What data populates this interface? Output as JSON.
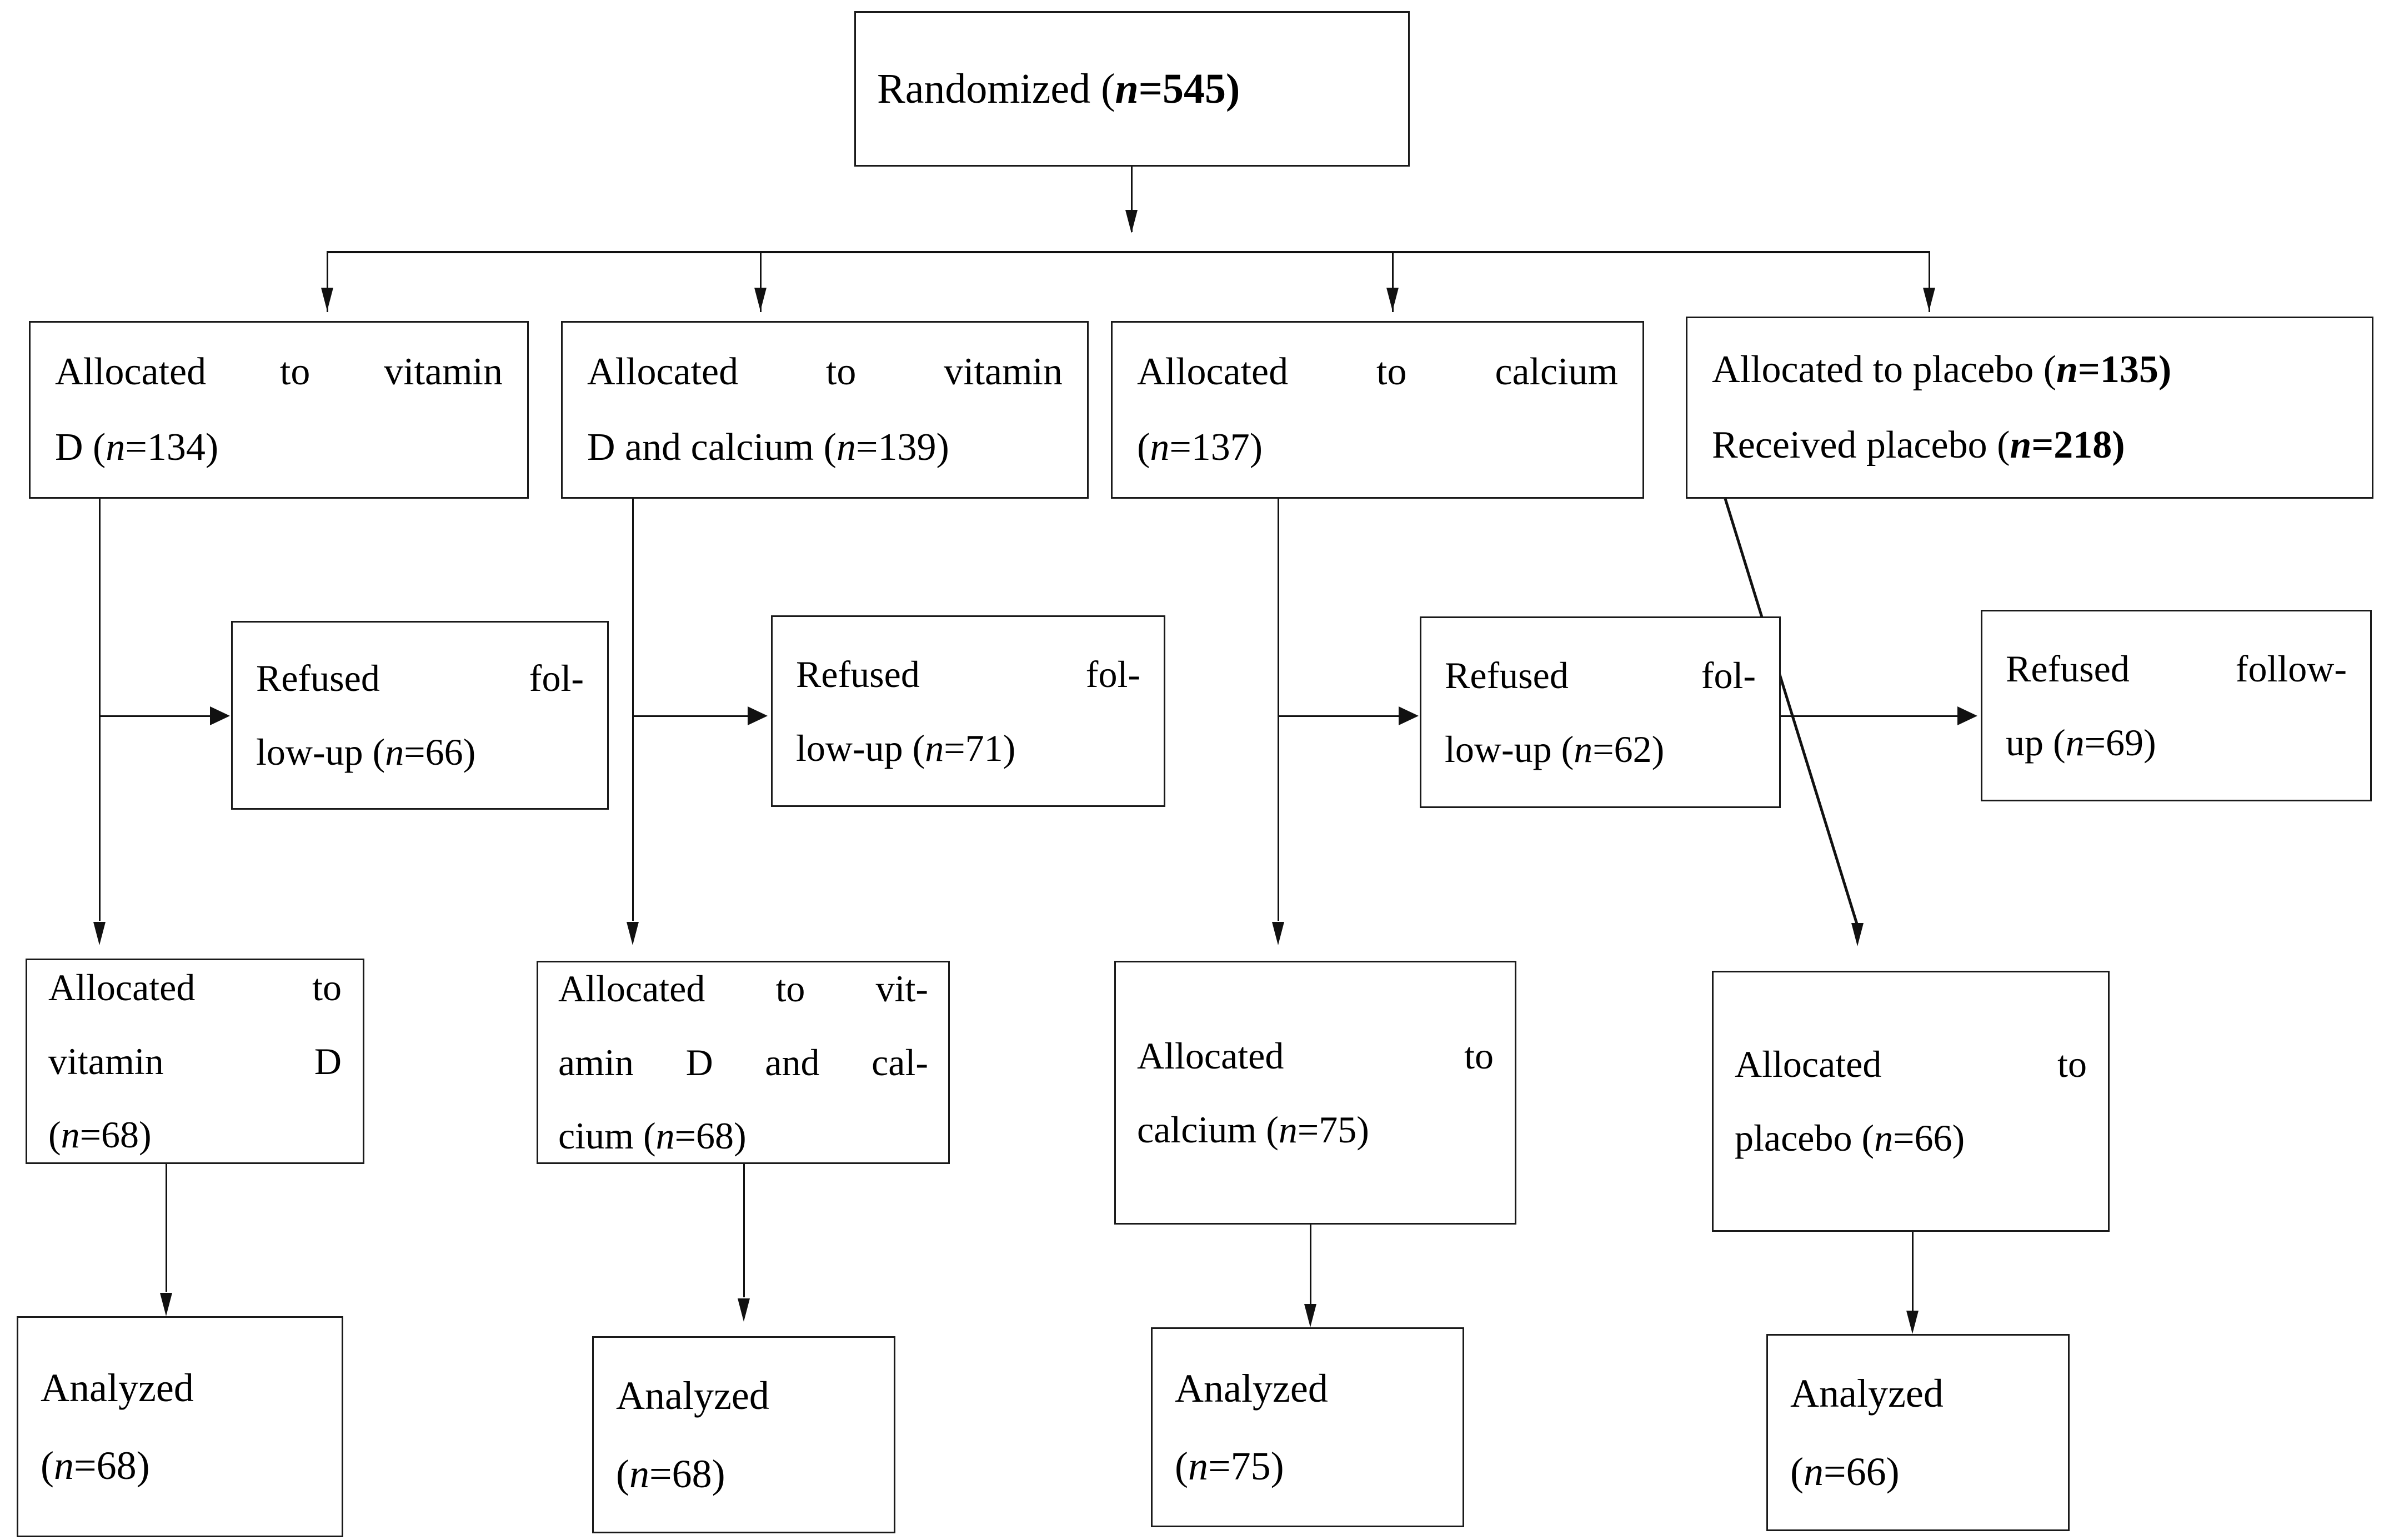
{
  "figure": {
    "type": "consort-flow-diagram",
    "title": "CONSORT participant flow diagram",
    "box_border_color": "#1a1a1a",
    "background_color": "#ffffff",
    "text_color": "#000000"
  },
  "nodes": {
    "randomized": {
      "label": "Randomized (n=545)",
      "line1": "Randomized (",
      "n_symbol": "n",
      "n_value": "=545)",
      "count": 545
    },
    "allocation": [
      {
        "id": "alloc-vitamin-d",
        "line1": "Allocated to vitamin",
        "line2_pre": "D (",
        "n_symbol": "n",
        "line2_post": "=134)",
        "label": "Allocated to vitamin D (n=134)",
        "count": 134
      },
      {
        "id": "alloc-vitamin-d-calcium",
        "line1": "Allocated to vitamin",
        "line2_pre": "D and calcium (",
        "n_symbol": "n",
        "line2_post": "=139)",
        "label": "Allocated to vitamin D and calcium (n=139)",
        "count": 139
      },
      {
        "id": "alloc-calcium",
        "line1": "Allocated to calcium",
        "line2_pre": "(",
        "n_symbol": "n",
        "line2_post": "=137)",
        "label": "Allocated to calcium (n=137)",
        "count": 137
      },
      {
        "id": "alloc-placebo",
        "line1_pre": "Allocated to placebo (",
        "n_symbol": "n",
        "line1_post": "=135)",
        "line2_pre": "Received placebo (",
        "n_symbol2": "n",
        "line2_post": "=218)",
        "label": "Allocated to placebo (n=135) Received placebo (n=218)",
        "count": 135,
        "received_count": 218
      }
    ],
    "refused": [
      {
        "id": "refused-1",
        "line1": "Refused fol-",
        "line2_pre": "low-up (",
        "n_symbol": "n",
        "line2_post": "=66)",
        "label": "Refused follow-up (n=66)",
        "count": 66
      },
      {
        "id": "refused-2",
        "line1": "Refused fol-",
        "line2_pre": "low-up (",
        "n_symbol": "n",
        "line2_post": "=71)",
        "label": "Refused follow-up (n=71)",
        "count": 71
      },
      {
        "id": "refused-3",
        "line1": "Refused fol-",
        "line2_pre": "low-up (",
        "n_symbol": "n",
        "line2_post": "=62)",
        "label": "Refused follow-up (n=62)",
        "count": 62
      },
      {
        "id": "refused-4",
        "line1": "Refused follow-",
        "line2_pre": "up (",
        "n_symbol": "n",
        "line2_post": "=69)",
        "label": "Refused follow-up (n=69)",
        "count": 69
      }
    ],
    "allocation2": [
      {
        "id": "alloc2-vitamin-d",
        "line1": "Allocated to",
        "line2": "vitamin D",
        "line3_pre": "(",
        "n_symbol": "n",
        "line3_post": "=68)",
        "label": "Allocated to vitamin D (n=68)",
        "count": 68
      },
      {
        "id": "alloc2-vitamin-d-calcium",
        "line1": "Allocated to vit-",
        "line2": "amin D and cal-",
        "line3_pre": "cium (",
        "n_symbol": "n",
        "line3_post": "=68)",
        "label": "Allocated to vitamin D and calcium (n=68)",
        "count": 68
      },
      {
        "id": "alloc2-calcium",
        "line1": "Allocated to",
        "line2_pre": "calcium (",
        "n_symbol": "n",
        "line2_post": "=75)",
        "label": "Allocated to calcium (n=75)",
        "count": 75
      },
      {
        "id": "alloc2-placebo",
        "line1": "Allocated to",
        "line2_pre": "placebo (",
        "n_symbol": "n",
        "line2_post": "=66)",
        "label": "Allocated to placebo (n=66)",
        "count": 66
      }
    ],
    "analyzed": [
      {
        "id": "analyzed-1",
        "line1": "Analyzed",
        "line2_pre": "(",
        "n_symbol": "n",
        "line2_post": "=68)",
        "label": "Analyzed (n=68)",
        "count": 68
      },
      {
        "id": "analyzed-2",
        "line1": "Analyzed",
        "line2_pre": "(",
        "n_symbol": "n",
        "line2_post": "=68)",
        "label": "Analyzed (n=68)",
        "count": 68
      },
      {
        "id": "analyzed-3",
        "line1": "Analyzed",
        "line2_pre": "(",
        "n_symbol": "n",
        "line2_post": "=75)",
        "label": "Analyzed (n=75)",
        "count": 75
      },
      {
        "id": "analyzed-4",
        "line1": "Analyzed",
        "line2_pre": "(",
        "n_symbol": "n",
        "line2_post": "=66)",
        "label": "Analyzed (n=66)",
        "count": 66
      }
    ]
  },
  "chart_data": {
    "type": "table",
    "title": "CONSORT flow — participant counts",
    "categories": [
      "Vitamin D",
      "Vitamin D + Calcium",
      "Calcium",
      "Placebo"
    ],
    "series": [
      {
        "name": "Randomized total",
        "values": [
          545
        ]
      },
      {
        "name": "Allocated",
        "values": [
          134,
          139,
          137,
          135
        ]
      },
      {
        "name": "Received placebo",
        "values": [
          null,
          null,
          null,
          218
        ]
      },
      {
        "name": "Refused follow-up",
        "values": [
          66,
          71,
          62,
          69
        ]
      },
      {
        "name": "Allocated (follow-up)",
        "values": [
          68,
          68,
          75,
          66
        ]
      },
      {
        "name": "Analyzed",
        "values": [
          68,
          68,
          75,
          66
        ]
      }
    ]
  }
}
